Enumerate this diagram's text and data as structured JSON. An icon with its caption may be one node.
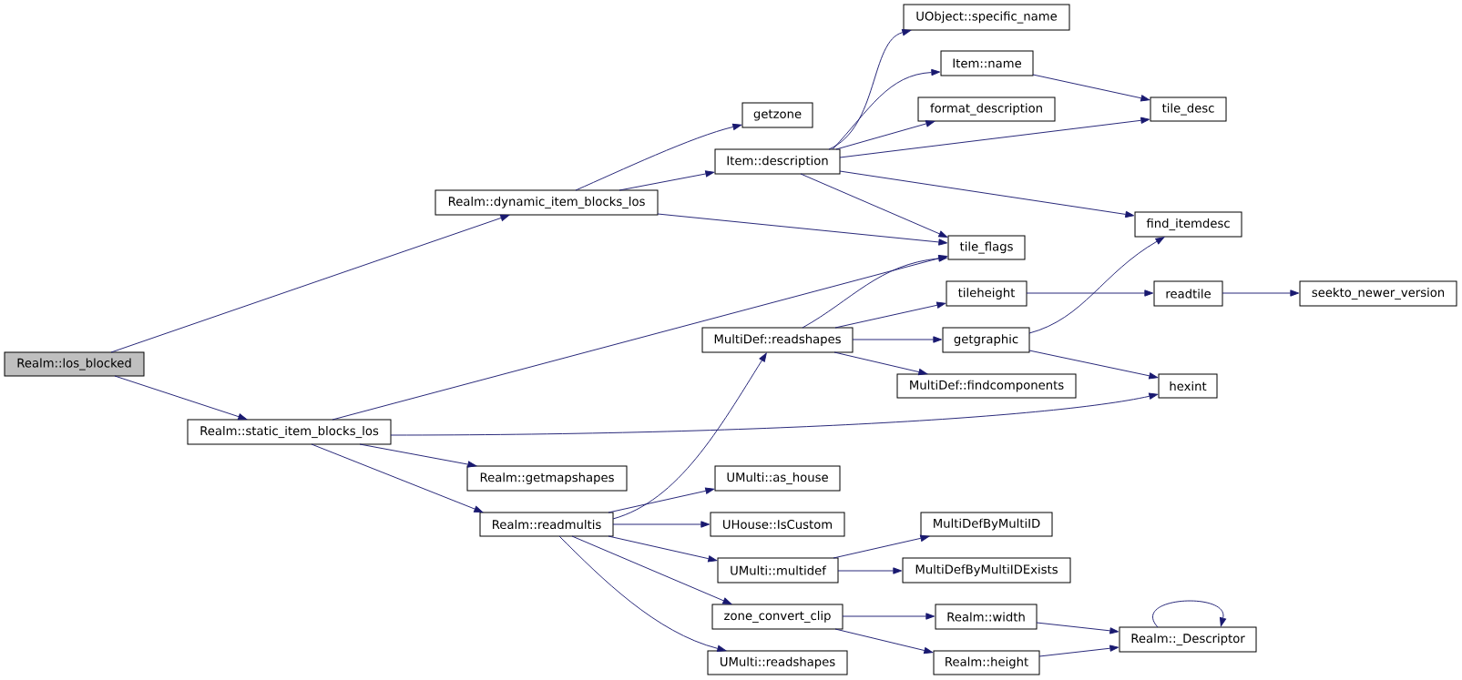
{
  "diagram": {
    "nodes": [
      {
        "text": [
          "Realm::los_blocked"
        ]
      },
      {
        "text": [
          "Realm::static_item_blocks_los"
        ]
      },
      {
        "text": [
          "Realm::dynamic_item_blocks_los"
        ]
      },
      {
        "text": [
          "Realm::getmapshapes"
        ]
      },
      {
        "text": [
          "Realm::readmultis"
        ]
      },
      {
        "text": [
          "getzone"
        ]
      },
      {
        "text": [
          "Item::description"
        ]
      },
      {
        "text": [
          "MultiDef::readshapes"
        ]
      },
      {
        "text": [
          "UMulti::as_house"
        ]
      },
      {
        "text": [
          "UHouse::IsCustom"
        ]
      },
      {
        "text": [
          "UMulti::multidef"
        ]
      },
      {
        "text": [
          "zone_convert_clip"
        ]
      },
      {
        "text": [
          "UMulti::readshapes"
        ]
      },
      {
        "text": [
          "UObject::specific_name"
        ]
      },
      {
        "text": [
          "Item::name"
        ]
      },
      {
        "text": [
          "format_description"
        ]
      },
      {
        "text": [
          "tile_flags"
        ]
      },
      {
        "text": [
          "tileheight"
        ]
      },
      {
        "text": [
          "getgraphic"
        ]
      },
      {
        "text": [
          "MultiDef::findcomponents"
        ]
      },
      {
        "text": [
          "MultiDefByMultiID"
        ]
      },
      {
        "text": [
          "MultiDefByMultiIDExists"
        ]
      },
      {
        "text": [
          "Realm::width"
        ]
      },
      {
        "text": [
          "Realm::height"
        ]
      },
      {
        "text": [
          "tile_desc"
        ]
      },
      {
        "text": [
          "find_itemdesc"
        ]
      },
      {
        "text": [
          "readtile"
        ]
      },
      {
        "text": [
          "hexint"
        ]
      },
      {
        "text": [
          "Realm::_Descriptor"
        ]
      },
      {
        "text": [
          "seekto_newer_version"
        ]
      }
    ],
    "edges": [
      {
        "from": 0,
        "to": 2,
        "arrow": "to"
      },
      {
        "from": 0,
        "to": 1,
        "arrow": "to"
      },
      {
        "from": 1,
        "to": 16,
        "arrow": "to"
      },
      {
        "from": 1,
        "to": 27,
        "arrow": "to"
      },
      {
        "from": 1,
        "to": 3,
        "arrow": "to"
      },
      {
        "from": 1,
        "to": 4,
        "arrow": "to"
      },
      {
        "from": 2,
        "to": 5,
        "arrow": "to"
      },
      {
        "from": 2,
        "to": 6,
        "arrow": "to"
      },
      {
        "from": 2,
        "to": 16,
        "arrow": "to"
      },
      {
        "from": 4,
        "to": 7,
        "arrow": "to"
      },
      {
        "from": 4,
        "to": 8,
        "arrow": "to"
      },
      {
        "from": 4,
        "to": 9,
        "arrow": "to"
      },
      {
        "from": 4,
        "to": 10,
        "arrow": "to"
      },
      {
        "from": 4,
        "to": 11,
        "arrow": "to"
      },
      {
        "from": 4,
        "to": 12,
        "arrow": "to"
      },
      {
        "from": 6,
        "to": 13,
        "arrow": "to"
      },
      {
        "from": 6,
        "to": 14,
        "arrow": "to"
      },
      {
        "from": 6,
        "to": 15,
        "arrow": "to"
      },
      {
        "from": 6,
        "to": 24,
        "arrow": "to"
      },
      {
        "from": 6,
        "to": 25,
        "arrow": "to"
      },
      {
        "from": 6,
        "to": 16,
        "arrow": "to"
      },
      {
        "from": 7,
        "to": 16,
        "arrow": "to"
      },
      {
        "from": 7,
        "to": 17,
        "arrow": "to"
      },
      {
        "from": 7,
        "to": 18,
        "arrow": "to"
      },
      {
        "from": 7,
        "to": 19,
        "arrow": "to"
      },
      {
        "from": 10,
        "to": 20,
        "arrow": "to"
      },
      {
        "from": 10,
        "to": 21,
        "arrow": "to"
      },
      {
        "from": 11,
        "to": 22,
        "arrow": "to"
      },
      {
        "from": 11,
        "to": 23,
        "arrow": "to"
      },
      {
        "from": 14,
        "to": 24,
        "arrow": "to"
      },
      {
        "from": 17,
        "to": 26,
        "arrow": "to"
      },
      {
        "from": 18,
        "to": 25,
        "arrow": "to"
      },
      {
        "from": 18,
        "to": 27,
        "arrow": "to"
      },
      {
        "from": 22,
        "to": 28,
        "arrow": "to"
      },
      {
        "from": 23,
        "to": 28,
        "arrow": "to"
      },
      {
        "from": 26,
        "to": 29,
        "arrow": "to"
      },
      {
        "from": 28,
        "to": 28,
        "arrow": "to"
      }
    ]
  }
}
